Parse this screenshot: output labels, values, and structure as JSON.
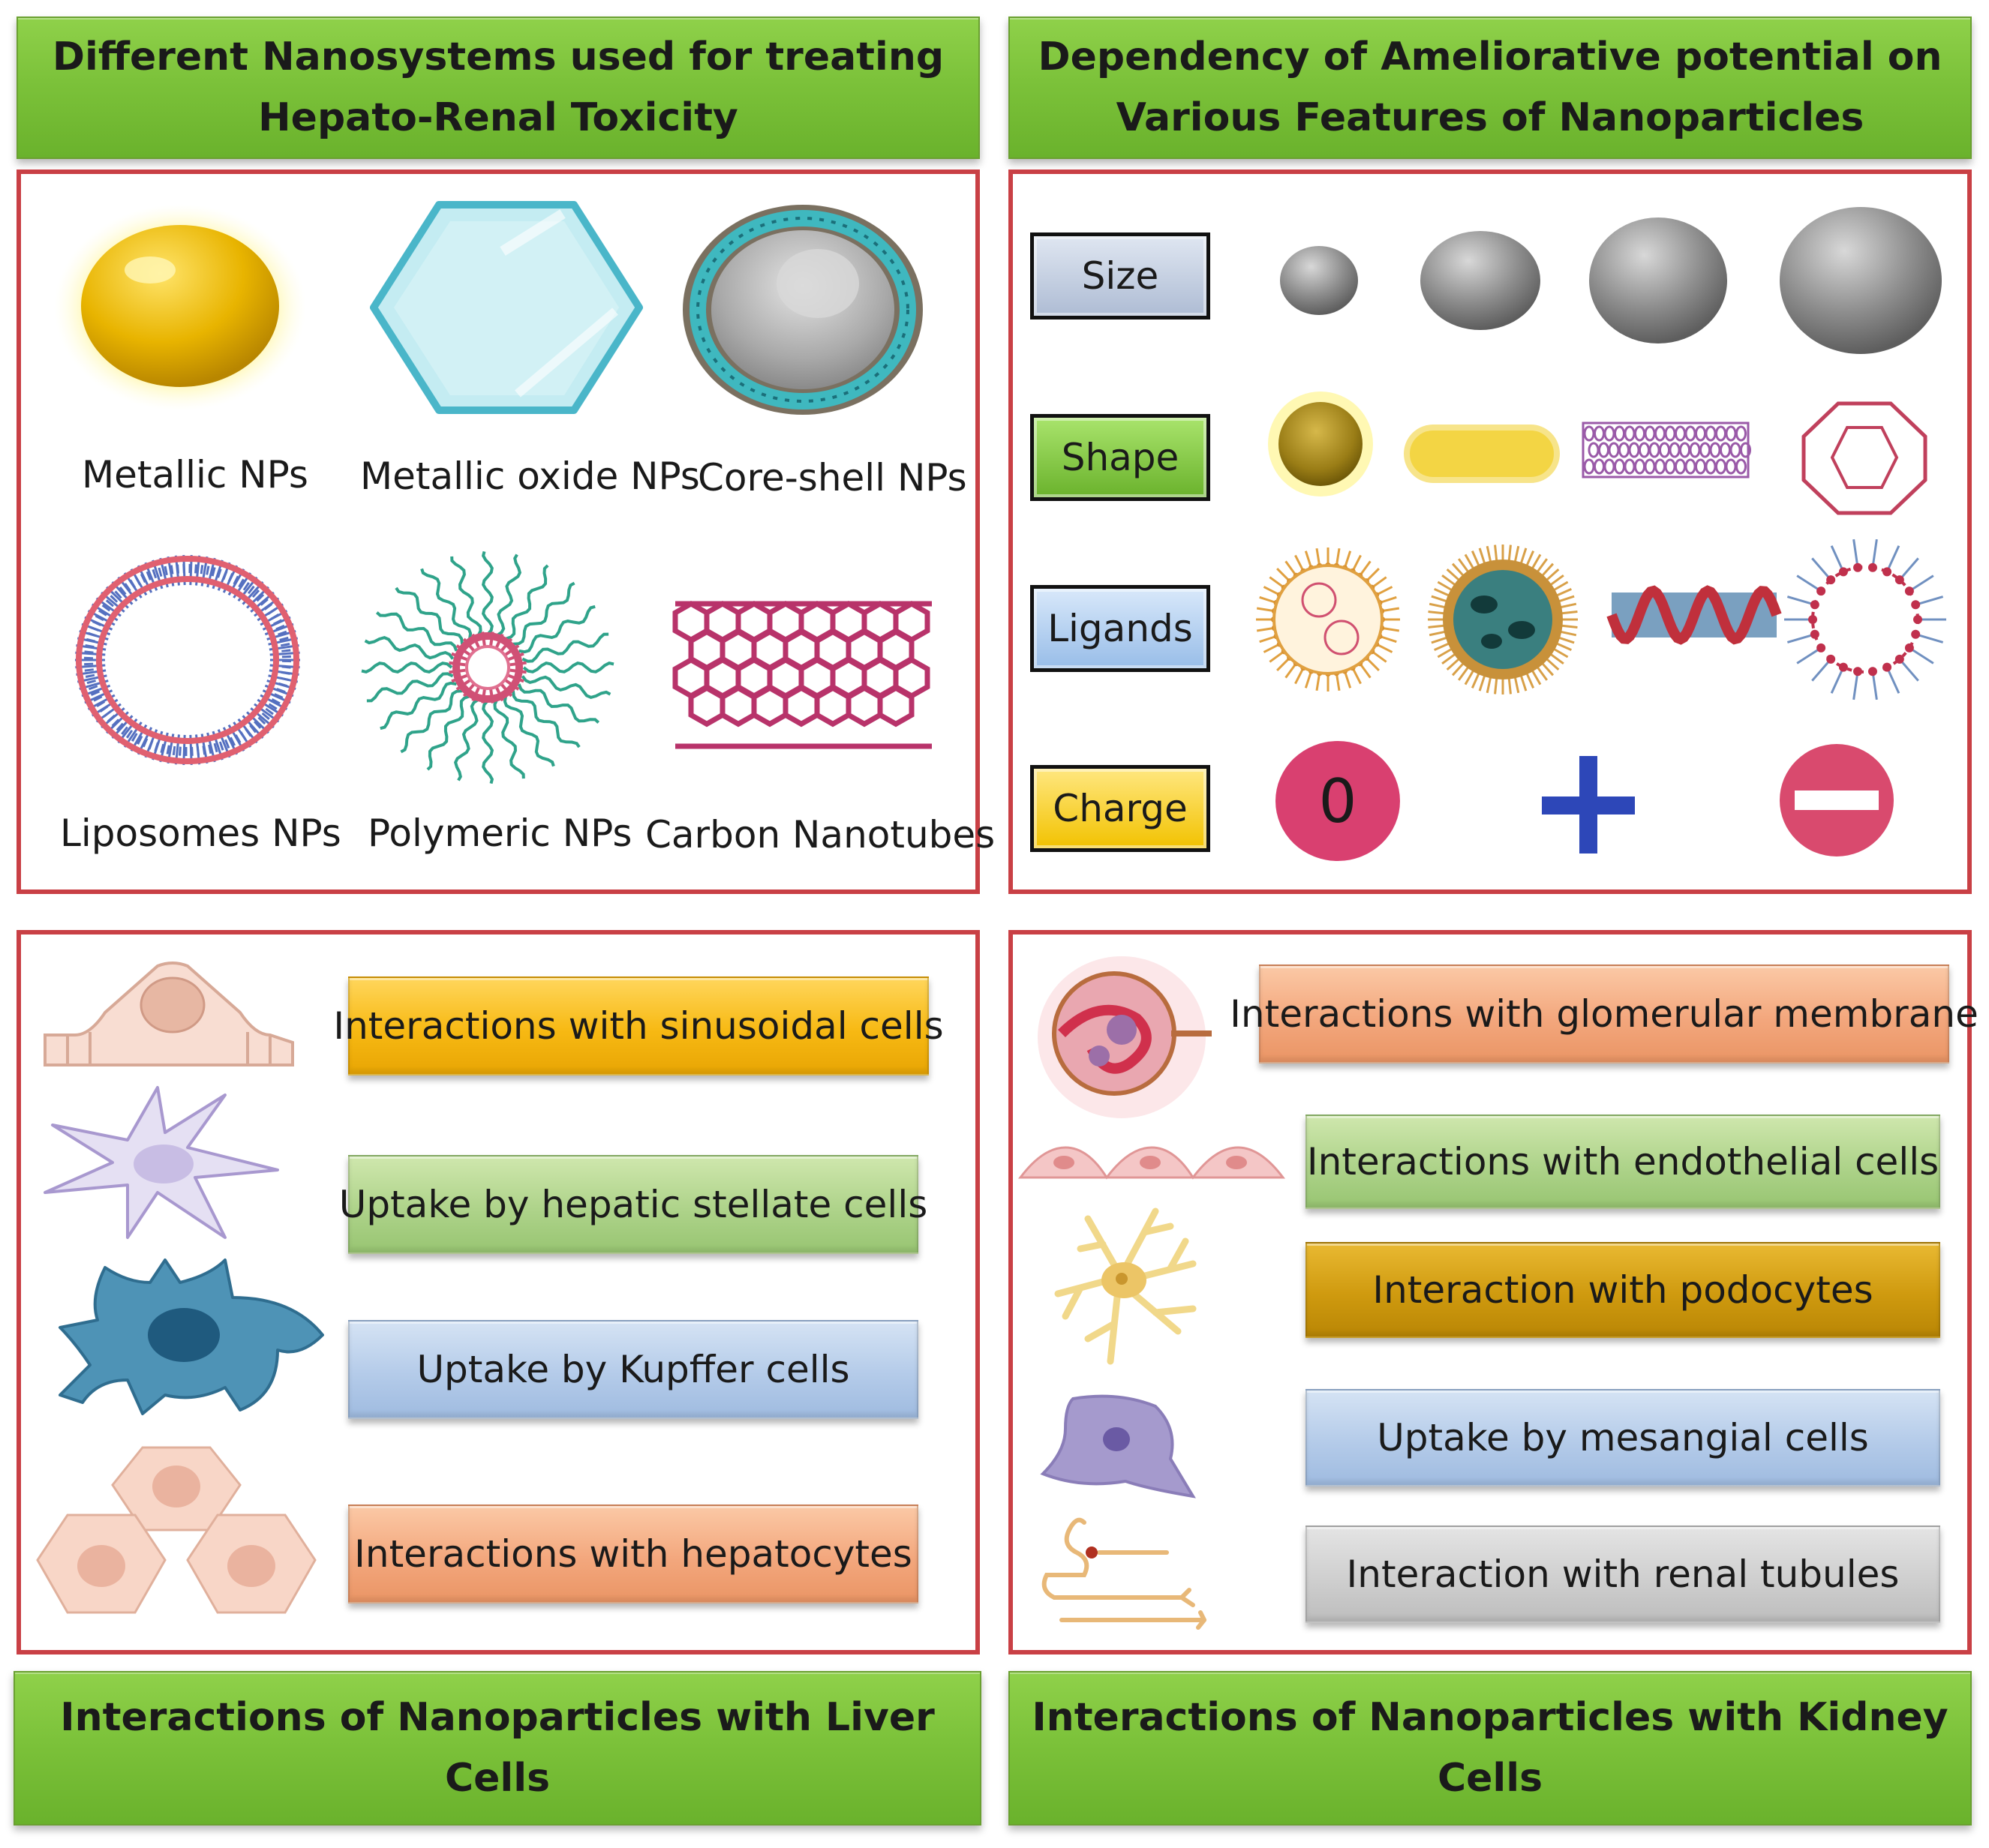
{
  "banners": {
    "top_left": [
      "Different Nanosystems used for treating",
      "Hepato-Renal Toxicity"
    ],
    "top_right": [
      "Dependency of Ameliorative potential  on",
      "Various Features of Nanoparticles"
    ],
    "bottom_left": "Interactions of Nanoparticles with Liver Cells",
    "bottom_right": "Interactions of Nanoparticles with Kidney Cells"
  },
  "nanosystems": [
    {
      "label": "Metallic NPs",
      "icon": "gold-sphere-icon"
    },
    {
      "label": "Metallic oxide NPs",
      "icon": "hexagon-crystal-icon"
    },
    {
      "label": "Core-shell NPs",
      "icon": "core-shell-icon"
    },
    {
      "label": "Liposomes NPs",
      "icon": "liposome-icon"
    },
    {
      "label": "Polymeric NPs",
      "icon": "polymeric-micelle-icon"
    },
    {
      "label": "Carbon Nanotubes",
      "icon": "carbon-nanotube-icon"
    }
  ],
  "features": [
    {
      "label": "Size",
      "color": "#b8c4d8"
    },
    {
      "label": "Shape",
      "color": "#7cc23a"
    },
    {
      "label": "Ligands",
      "color": "#a9c9ee"
    },
    {
      "label": "Charge",
      "color": "#f2c200"
    }
  ],
  "charge_symbols": {
    "neutral": "0"
  },
  "liver_interactions": [
    {
      "label": "Interactions with sinusoidal cells",
      "style": "yellow"
    },
    {
      "label": "Uptake by hepatic stellate cells",
      "style": "green"
    },
    {
      "label": "Uptake by Kupffer cells",
      "style": "blue"
    },
    {
      "label": "Interactions with hepatocytes",
      "style": "orange"
    }
  ],
  "kidney_interactions": [
    {
      "label": "Interactions with glomerular membrane",
      "style": "orange"
    },
    {
      "label": "Interactions with endothelial cells",
      "style": "green"
    },
    {
      "label": "Interaction with podocytes",
      "style": "gold"
    },
    {
      "label": "Uptake by mesangial cells",
      "style": "blue"
    },
    {
      "label": "Interaction with renal tubules",
      "style": "gray"
    }
  ]
}
